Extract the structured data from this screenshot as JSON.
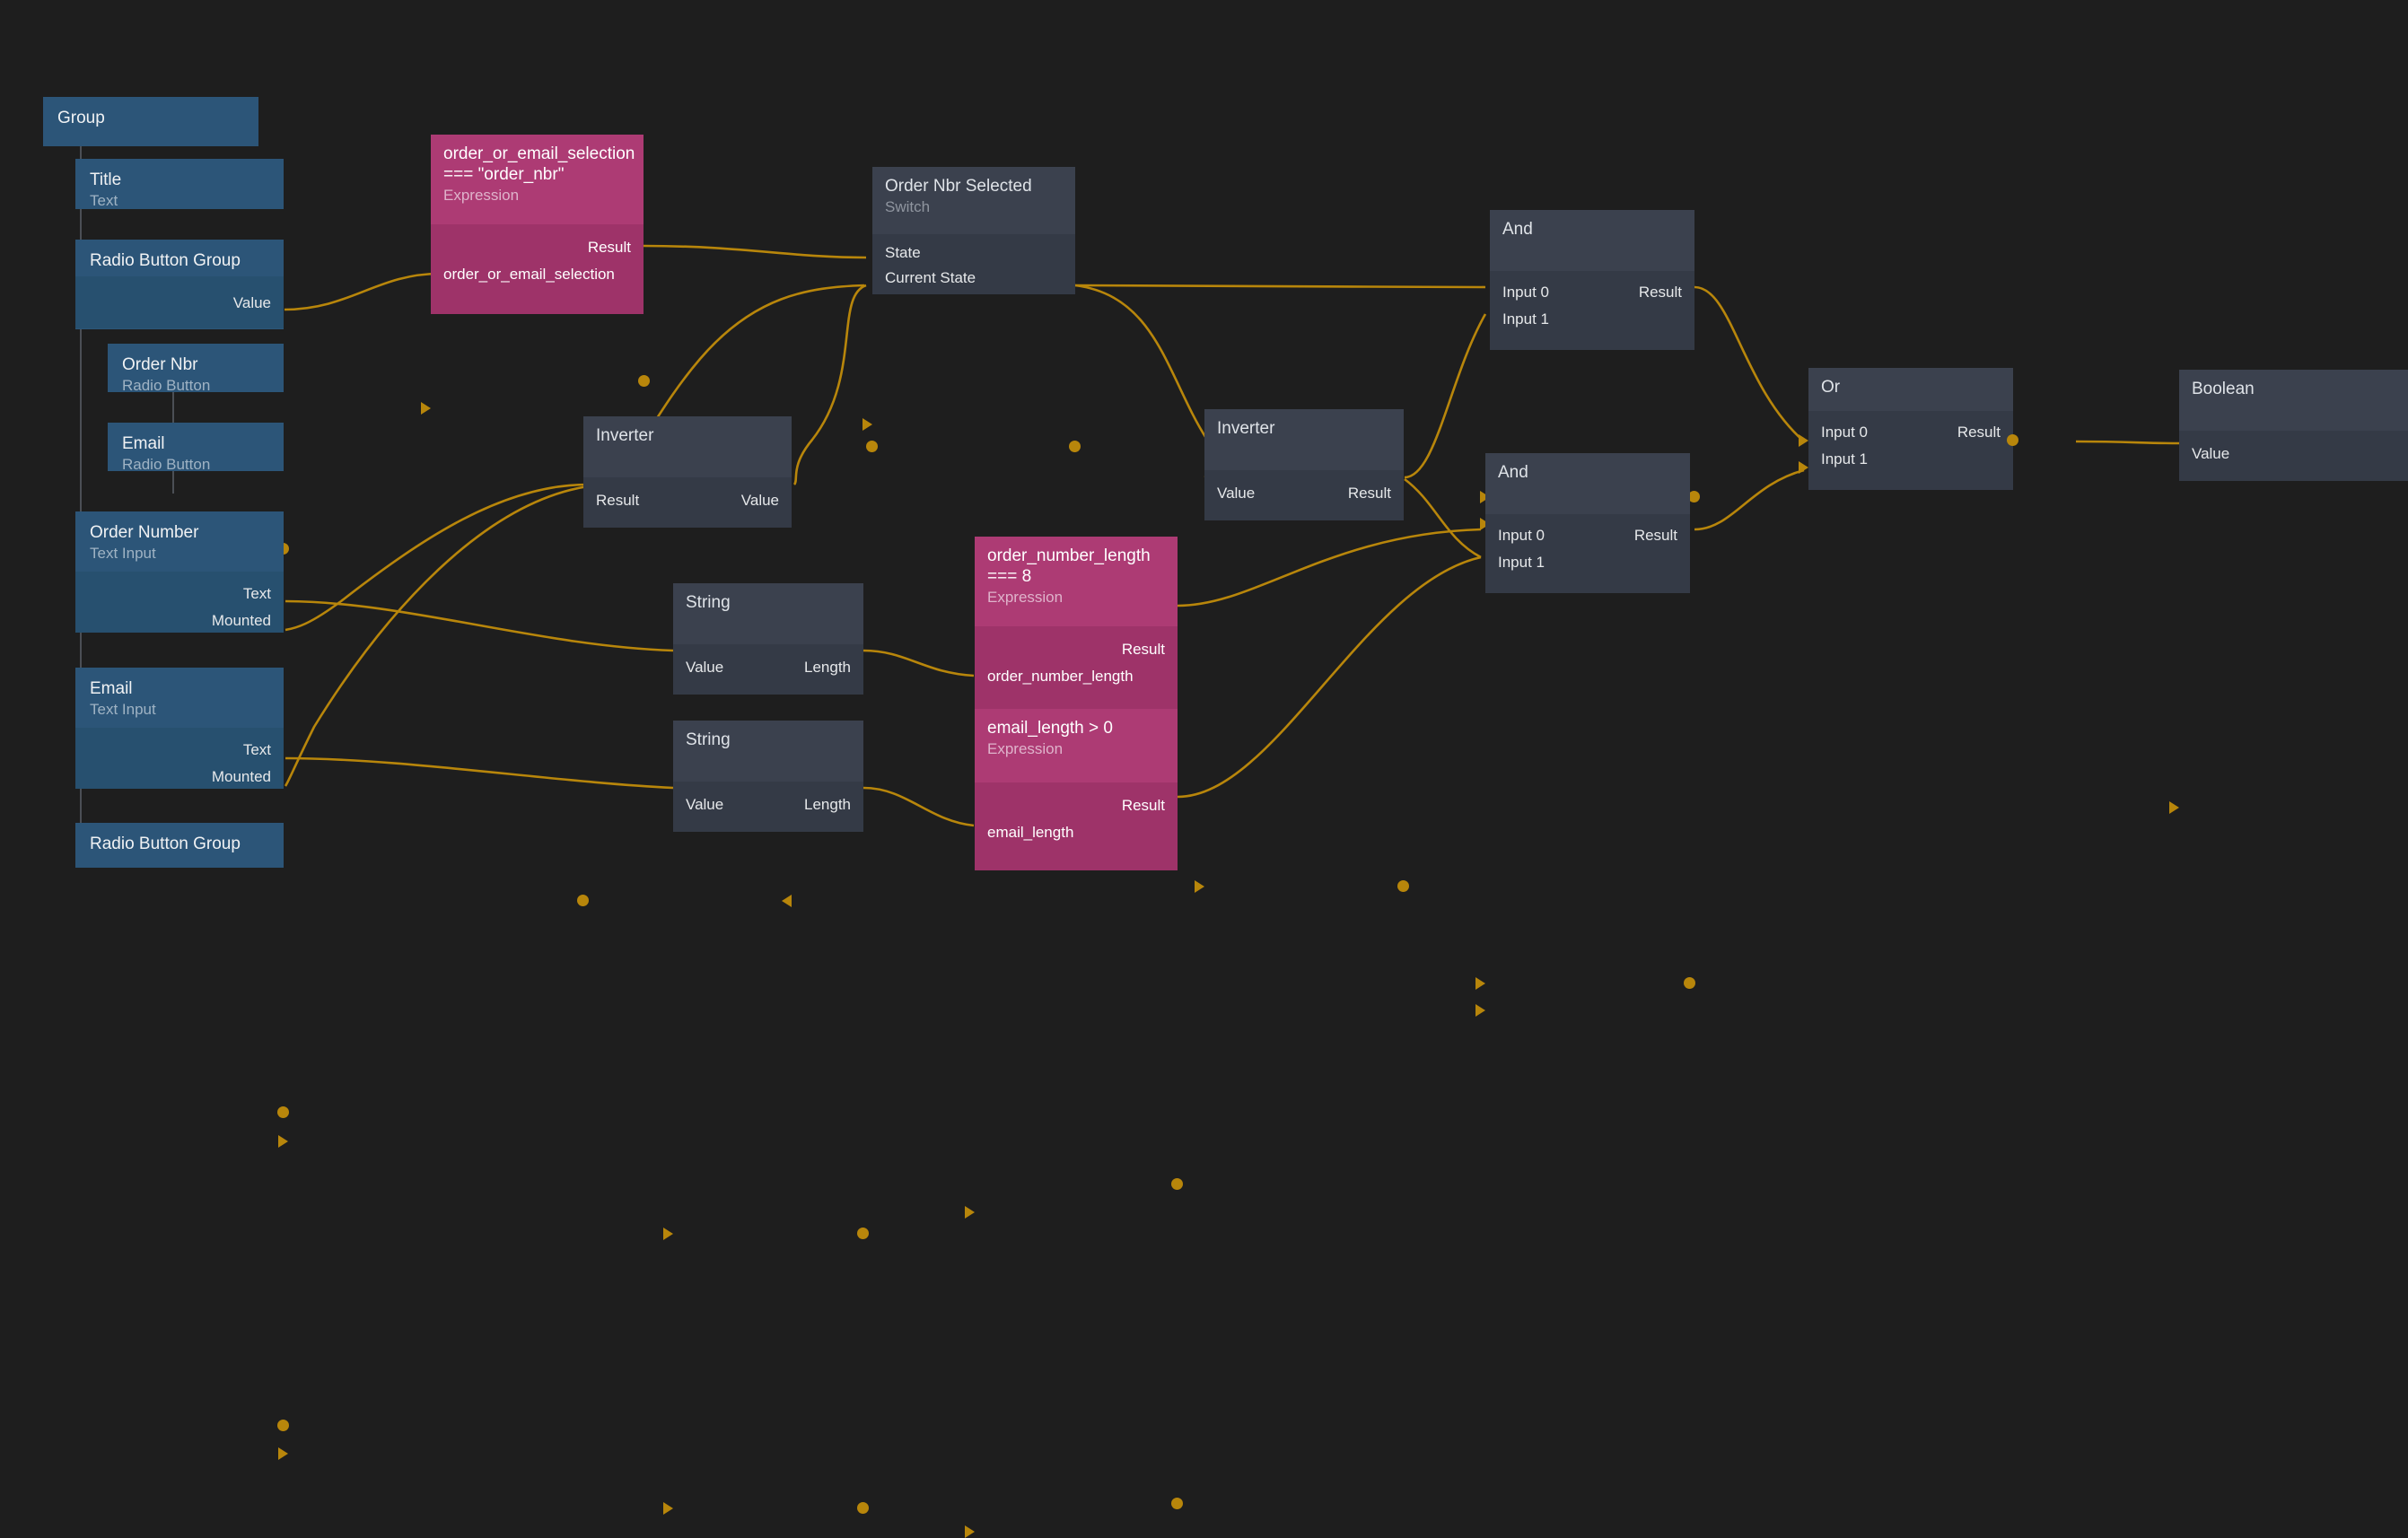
{
  "app": {
    "kind": "node-graph-editor",
    "canvas_background": "#1e1e1e",
    "wire_color": "#b8860b",
    "node_colors": {
      "tree": "#2c5578",
      "logic": "#343a46",
      "expression": "#a8386f"
    }
  },
  "tree_panel": {
    "root": {
      "title": "Group",
      "type": ""
    },
    "items": [
      {
        "title": "Title",
        "type": "Text",
        "ports": []
      },
      {
        "title": "Radio Button Group",
        "type": "",
        "ports": [
          {
            "label": "Value",
            "side": "right",
            "kind": "output"
          }
        ]
      },
      {
        "title": "Order Nbr",
        "type": "Radio Button",
        "ports": []
      },
      {
        "title": "Email",
        "type": "Radio Button",
        "ports": []
      },
      {
        "title": "Order Number",
        "type": "Text Input",
        "ports": [
          {
            "label": "Text",
            "side": "right",
            "kind": "output"
          },
          {
            "label": "Mounted",
            "side": "right",
            "kind": "input"
          }
        ]
      },
      {
        "title": "Email",
        "type": "Text Input",
        "ports": [
          {
            "label": "Text",
            "side": "right",
            "kind": "output"
          },
          {
            "label": "Mounted",
            "side": "right",
            "kind": "input"
          }
        ]
      },
      {
        "title": "Radio Button Group",
        "type": "",
        "ports": []
      }
    ]
  },
  "graph_nodes": [
    {
      "id": "expr-selection",
      "title": "order_or_email_selection === \"order_nbr\"",
      "subtitle": "Expression",
      "style": "expression",
      "ports": [
        {
          "label": "Result",
          "side": "right",
          "kind": "output"
        },
        {
          "label": "order_or_email_selection",
          "side": "left",
          "kind": "input"
        }
      ]
    },
    {
      "id": "switch-order-nbr-selected",
      "title": "Order Nbr Selected",
      "subtitle": "Switch",
      "style": "logic",
      "ports": [
        {
          "label": "State",
          "side": "left",
          "kind": "input"
        },
        {
          "label": "Current State",
          "side": "left",
          "kind": "input-output"
        }
      ]
    },
    {
      "id": "inverter-1",
      "title": "Inverter",
      "subtitle": "",
      "style": "logic",
      "ports": [
        {
          "label": "Result",
          "side": "left",
          "kind": "output"
        },
        {
          "label": "Value",
          "side": "right",
          "kind": "input"
        }
      ]
    },
    {
      "id": "inverter-2",
      "title": "Inverter",
      "subtitle": "",
      "style": "logic",
      "ports": [
        {
          "label": "Value",
          "side": "left",
          "kind": "input"
        },
        {
          "label": "Result",
          "side": "right",
          "kind": "output"
        }
      ]
    },
    {
      "id": "string-1",
      "title": "String",
      "subtitle": "",
      "style": "logic",
      "ports": [
        {
          "label": "Value",
          "side": "left",
          "kind": "input"
        },
        {
          "label": "Length",
          "side": "right",
          "kind": "output"
        }
      ]
    },
    {
      "id": "string-2",
      "title": "String",
      "subtitle": "",
      "style": "logic",
      "ports": [
        {
          "label": "Value",
          "side": "left",
          "kind": "input"
        },
        {
          "label": "Length",
          "side": "right",
          "kind": "output"
        }
      ]
    },
    {
      "id": "expr-order-number-length",
      "title": "order_number_length === 8",
      "subtitle": "Expression",
      "style": "expression",
      "ports": [
        {
          "label": "Result",
          "side": "right",
          "kind": "output"
        },
        {
          "label": "order_number_length",
          "side": "left",
          "kind": "input"
        }
      ]
    },
    {
      "id": "expr-email-length",
      "title": "email_length > 0",
      "subtitle": "Expression",
      "style": "expression",
      "ports": [
        {
          "label": "Result",
          "side": "right",
          "kind": "output"
        },
        {
          "label": "email_length",
          "side": "left",
          "kind": "input"
        }
      ]
    },
    {
      "id": "and-1",
      "title": "And",
      "subtitle": "",
      "style": "logic",
      "ports": [
        {
          "label": "Input 0",
          "side": "left",
          "kind": "input"
        },
        {
          "label": "Input 1",
          "side": "left",
          "kind": "input"
        },
        {
          "label": "Result",
          "side": "right",
          "kind": "output"
        }
      ]
    },
    {
      "id": "and-2",
      "title": "And",
      "subtitle": "",
      "style": "logic",
      "ports": [
        {
          "label": "Input 0",
          "side": "left",
          "kind": "input"
        },
        {
          "label": "Input 1",
          "side": "left",
          "kind": "input"
        },
        {
          "label": "Result",
          "side": "right",
          "kind": "output"
        }
      ]
    },
    {
      "id": "or-1",
      "title": "Or",
      "subtitle": "",
      "style": "logic",
      "ports": [
        {
          "label": "Input 0",
          "side": "left",
          "kind": "input"
        },
        {
          "label": "Input 1",
          "side": "left",
          "kind": "input"
        },
        {
          "label": "Result",
          "side": "right",
          "kind": "output"
        }
      ]
    },
    {
      "id": "boolean-1",
      "title": "Boolean",
      "subtitle": "",
      "style": "logic",
      "ports": [
        {
          "label": "Value",
          "side": "left",
          "kind": "input"
        }
      ]
    }
  ],
  "labels": {
    "group": "Group",
    "title_node": "Title",
    "text_type": "Text",
    "radio_button_group": "Radio Button Group",
    "radio_button_group_2": "Radio Button Group",
    "value": "Value",
    "order_nbr": "Order Nbr",
    "radio_button": "Radio Button",
    "email": "Email",
    "radio_button_2": "Radio Button",
    "order_number": "Order Number",
    "text_input": "Text Input",
    "text": "Text",
    "mounted": "Mounted",
    "email_2": "Email",
    "text_input_2": "Text Input",
    "text_2": "Text",
    "mounted_2": "Mounted",
    "expr_selection_title": "order_or_email_selection === \"order_nbr\"",
    "expression": "Expression",
    "result": "Result",
    "order_or_email_selection": "order_or_email_selection",
    "switch_title": "Order Nbr Selected",
    "switch_sub": "Switch",
    "state": "State",
    "current_state": "Current State",
    "inverter": "Inverter",
    "inverter_2": "Inverter",
    "inv1_result": "Result",
    "inv1_value": "Value",
    "inv2_value": "Value",
    "inv2_result": "Result",
    "string": "String",
    "string_2": "String",
    "str1_value": "Value",
    "str1_length": "Length",
    "str2_value": "Value",
    "str2_length": "Length",
    "expr_onl_title": "order_number_length === 8",
    "expr_onl_expression": "Expression",
    "expr_onl_result": "Result",
    "order_number_length": "order_number_length",
    "expr_el_title": "email_length > 0",
    "expr_el_expression": "Expression",
    "expr_el_result": "Result",
    "email_length": "email_length",
    "and_1": "And",
    "and_2": "And",
    "or": "Or",
    "boolean": "Boolean",
    "input_0": "Input 0",
    "input_1": "Input 1",
    "and1_result": "Result",
    "and2_input_0": "Input 0",
    "and2_input_1": "Input 1",
    "and2_result": "Result",
    "or_input_0": "Input 0",
    "or_input_1": "Input 1",
    "or_result": "Result",
    "boolean_value": "Value"
  }
}
